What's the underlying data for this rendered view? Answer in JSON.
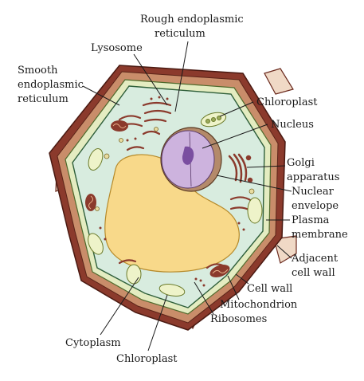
{
  "labels": {
    "rough_er_1": "Rough endoplasmic",
    "rough_er_2": "reticulum",
    "lysosome": "Lysosome",
    "smooth_er_1": "Smooth",
    "smooth_er_2": "endoplasmic",
    "smooth_er_3": "reticulum",
    "chloroplast_top": "Chloroplast",
    "nucleus": "Nucleus",
    "golgi_1": "Golgi",
    "golgi_2": "apparatus",
    "nuclear_env_1": "Nuclear",
    "nuclear_env_2": "envelope",
    "plasma_1": "Plasma",
    "plasma_2": "membrane",
    "adjacent_1": "Adjacent",
    "adjacent_2": "cell wall",
    "cell_wall": "Cell wall",
    "mitochondrion": "Mitochondrion",
    "ribosomes": "Ribosomes",
    "cytoplasm": "Cytoplasm",
    "chloroplast_bottom": "Chloroplast"
  },
  "colors": {
    "cell_wall_outer": "#8b3a2c",
    "cell_wall_brown": "#c98d6a",
    "wall_green": "#e4ecc1",
    "cytoplasm": "#d8ecdf",
    "vacuole": "#f8d98a",
    "nucleus": "#cdb3de",
    "nucleolus": "#7a4ea0",
    "organelle_brown": "#8b3a2c",
    "chloroplast": "#eef3c9"
  }
}
